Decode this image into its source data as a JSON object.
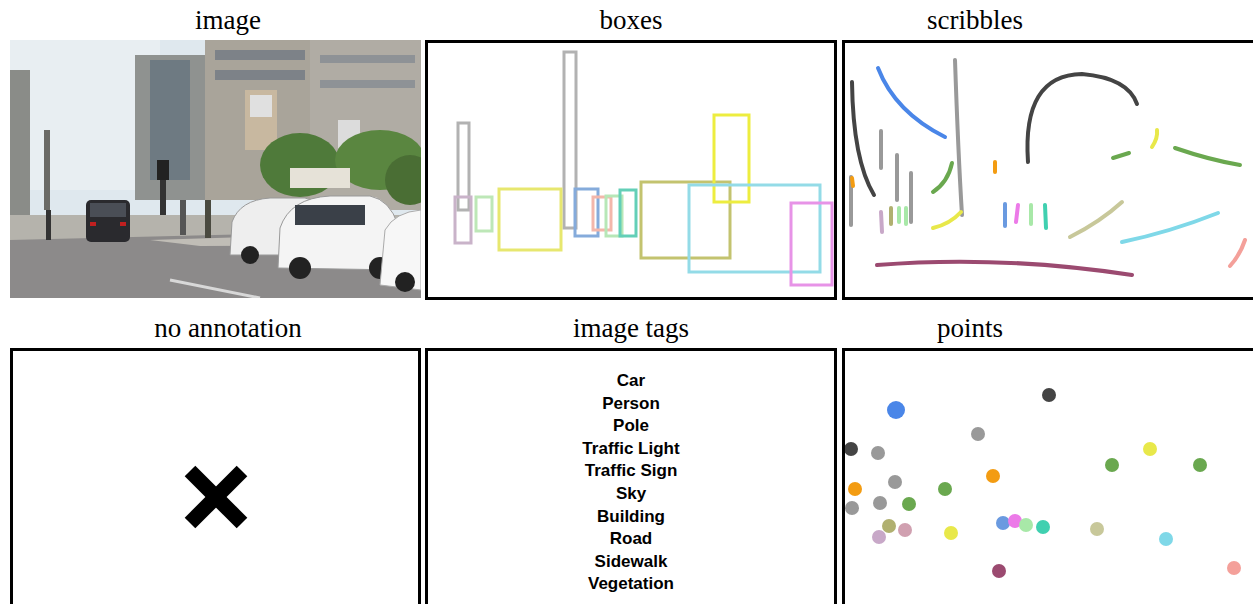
{
  "diagram": {
    "nodes": [
      {
        "text": [
          "image"
        ]
      },
      {
        "text": [
          "boxes"
        ]
      },
      {
        "text": [
          "scribbles"
        ]
      },
      {
        "text": [
          "no annotation"
        ]
      },
      {
        "text": [
          "image tags",
          "Car",
          "Person",
          "Pole",
          "Traffic Light",
          "Traffic Sign",
          "Sky",
          "Building",
          "Road",
          "Sidewalk",
          "Vegetation"
        ]
      },
      {
        "text": [
          "points"
        ]
      }
    ]
  }
}
